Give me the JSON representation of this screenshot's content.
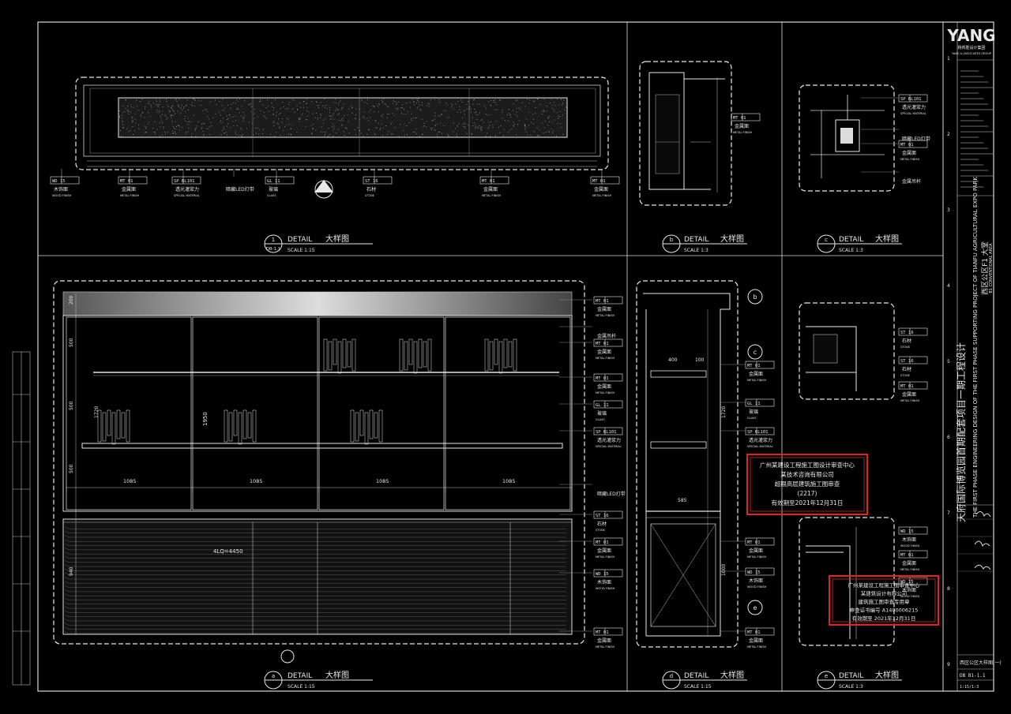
{
  "titles": {
    "detail_1": {
      "num": "1",
      "sheet": "DB-1.1",
      "label": "DETAIL",
      "cn": "大样图",
      "scale": "SCALE 1:15"
    },
    "detail_b": {
      "num": "b",
      "label": "DETAIL",
      "cn": "大样图",
      "scale": "SCALE 1:3"
    },
    "detail_c": {
      "num": "c",
      "label": "DETAIL",
      "cn": "大样图",
      "scale": "SCALE 1:3"
    },
    "detail_a": {
      "num": "a",
      "label": "DETAIL",
      "cn": "大样图",
      "scale": "SCALE 1:15"
    },
    "detail_d": {
      "num": "d",
      "label": "DETAIL",
      "cn": "大样图",
      "scale": "SCALE 1:15"
    },
    "detail_e": {
      "num": "e",
      "label": "DETAIL",
      "cn": "大样图",
      "scale": "SCALE 1:3"
    }
  },
  "plan": {
    "tags": [
      {
        "code": "WD 15",
        "cn": "木饰面",
        "en": "WOOD FINISH"
      },
      {
        "code": "MT 01",
        "cn": "金属面",
        "en": "METAL FINISH"
      },
      {
        "code": "SP BL101",
        "cn": "透光灌浆力",
        "en": "SPECIAL MATERIAL"
      },
      {
        "code": "",
        "cn": "暗藏LED灯带",
        "en": ""
      },
      {
        "code": "GL 11",
        "cn": "玻璃",
        "en": "GLASS"
      },
      {
        "code": "ST 16",
        "cn": "石材",
        "en": "STONE"
      },
      {
        "code": "MT 01",
        "cn": "金属面",
        "en": "METAL FINISH"
      },
      {
        "code": "MT 01",
        "cn": "金属面",
        "en": "METAL FINISH"
      }
    ],
    "section_marker": "A"
  },
  "elevation": {
    "dims_bottom": [
      "1085",
      "1085",
      "1085",
      "1085"
    ],
    "dims_left": [
      "200",
      "500",
      "500",
      "500",
      "940",
      "1720"
    ],
    "overall": "4LQ=4450",
    "height_mid": "1950",
    "tags": [
      {
        "code": "MT 01",
        "cn": "金属面",
        "en": "METAL FINISH"
      },
      {
        "code": "",
        "cn": "金属吊杆",
        "en": ""
      },
      {
        "code": "MT 01",
        "cn": "金属面",
        "en": "METAL FINISH"
      },
      {
        "code": "MT 01",
        "cn": "金属面",
        "en": "METAL FINISH"
      },
      {
        "code": "GL 11",
        "cn": "玻璃",
        "en": "GLASS"
      },
      {
        "code": "SP BL101",
        "cn": "透光灌浆力",
        "en": "SPECIAL MATERIAL"
      },
      {
        "code": "",
        "cn": "暗藏LED灯带",
        "en": ""
      },
      {
        "code": "ST 16",
        "cn": "石材",
        "en": "STONE"
      },
      {
        "code": "MT 01",
        "cn": "金属面",
        "en": "METAL FINISH"
      },
      {
        "code": "WD 15",
        "cn": "木饰面",
        "en": "WOOD FINISH"
      },
      {
        "code": "MT 01",
        "cn": "金属面",
        "en": "METAL FINISH"
      }
    ]
  },
  "section_d": {
    "dims": [
      "1720",
      "1000",
      "585",
      "400",
      "100"
    ],
    "tags": [
      {
        "code": "MT 01",
        "cn": "金属面",
        "en": "METAL FINISH"
      },
      {
        "code": "GL 11",
        "cn": "玻璃",
        "en": "GLASS"
      },
      {
        "code": "SP BL101",
        "cn": "透光灌浆力",
        "en": "SPECIAL MATERIAL"
      },
      {
        "code": "MT 01",
        "cn": "金属面",
        "en": "METAL FINISH"
      },
      {
        "code": "WD 15",
        "cn": "木饰面",
        "en": "WOOD FINISH"
      },
      {
        "code": "MT 01",
        "cn": "金属面",
        "en": "METAL FINISH"
      }
    ],
    "markers": [
      "b",
      "c",
      "e"
    ]
  },
  "detail_b_tags": [
    {
      "code": "MT 01",
      "cn": "金属面",
      "en": "METAL FINISH"
    }
  ],
  "detail_c_tags": [
    {
      "code": "SP BL101",
      "cn": "透光灌浆力",
      "en": "SPECIAL MATERIAL"
    },
    {
      "code": "",
      "cn": "暗藏LED灯带",
      "en": ""
    },
    {
      "code": "MT 01",
      "cn": "金属面",
      "en": "METAL FINISH"
    },
    {
      "code": "",
      "cn": "金属吊杆",
      "en": ""
    }
  ],
  "detail_mid_tags": [
    {
      "code": "ST 16",
      "cn": "石材",
      "en": "STONE"
    },
    {
      "code": "ST 16",
      "cn": "石材",
      "en": "STONE"
    },
    {
      "code": "MT 01",
      "cn": "金属面",
      "en": "METAL FINISH"
    }
  ],
  "detail_e_tags": [
    {
      "code": "WD 15",
      "cn": "木饰面",
      "en": "WOOD FINISH"
    },
    {
      "code": "MT 01",
      "cn": "金属面",
      "en": "METAL FINISH"
    },
    {
      "code": "WD 15",
      "cn": "木饰面",
      "en": "WOOD FINISH"
    }
  ],
  "stamps": {
    "stamp1_lines": [
      "广州某建设工程施工图设计审查中心",
      "某技术咨询有限公司",
      "超限高层建筑施工图审查",
      "(2217)",
      "有效期至2021年12月31日"
    ],
    "stamp2_lines": [
      "广州某建设工程施工图审查中心",
      "某建筑设计有限公司",
      "建筑施工图审查专用章",
      "审查证书编号 A1400006215",
      "有效期至 2021年12月31日"
    ]
  },
  "titleblock": {
    "logo": "YANG",
    "logo_sub": "杨邦胜设计集团",
    "logo_sub2": "YANG & ASSOCIATES GROUP",
    "project_cn": "天府国际博览园首期配套项目一期工程设计",
    "project_en": "THE FIRST PHASE ENGINEERING DESIGN OF THE FIRST PHASE SUPPORTING PROJECT OF TIANFU AGRICULTURAL EXPO PARK",
    "area_cn": "西区公区F1 大堂",
    "area_en": "B1 CONVENTIONAL AREA",
    "drawing_title": "西区公区大样图(一)",
    "drawing_no": "DB B1-1.1",
    "scale_field": "1:15/1:3",
    "grid_numbers": [
      "1",
      "2",
      "3",
      "4",
      "5",
      "6",
      "7",
      "8",
      "9"
    ]
  },
  "colors": {
    "line": "#e8e8e8",
    "dim": "#bfbfbf",
    "stamp": "#d62828",
    "bg": "#000000"
  }
}
